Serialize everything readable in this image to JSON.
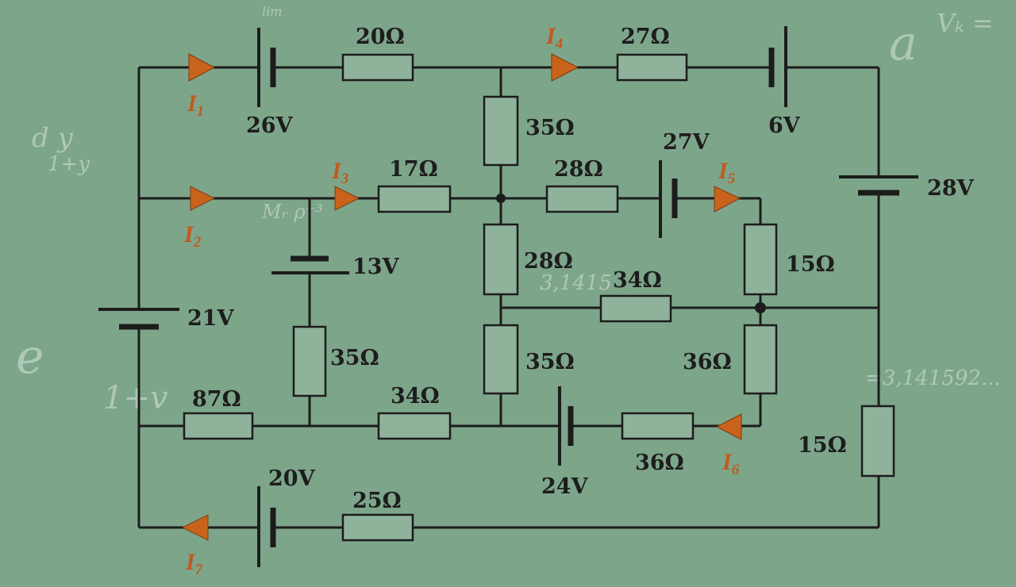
{
  "colors": {
    "board": "#7da58a",
    "wire": "#1c1c1c",
    "arrow": "#c9631c",
    "current_label": "#c15a1f"
  },
  "background_formulas": [
    "lim",
    "d y",
    "1+y",
    "Vₖ =",
    "Mᵣ ρ⁻³",
    "3,1415",
    "=3,141592...",
    "1+v",
    "a",
    "e"
  ],
  "resistors": {
    "r_top_left": "20Ω",
    "r_top_right": "27Ω",
    "r_mid_v_top": "35Ω",
    "r_mid_17": "17Ω",
    "r_mid_28h": "28Ω",
    "r_mid_v_28": "28Ω",
    "r_right_15": "15Ω",
    "r_center_34": "34Ω",
    "r_left_v_35": "35Ω",
    "r_mid_v_35": "35Ω",
    "r_right_36v": "36Ω",
    "r_bottom_87": "87Ω",
    "r_bottom_34": "34Ω",
    "r_bottom_36": "36Ω",
    "r_far_right_15": "15Ω",
    "r_bottom_25": "25Ω"
  },
  "sources": {
    "v26": "26V",
    "v6": "6V",
    "v27": "27V",
    "v28": "28V",
    "v13": "13V",
    "v21": "21V",
    "v24": "24V",
    "v20": "20V"
  },
  "currents": [
    {
      "letter": "I",
      "sub": "1"
    },
    {
      "letter": "I",
      "sub": "2"
    },
    {
      "letter": "I",
      "sub": "3"
    },
    {
      "letter": "I",
      "sub": "4"
    },
    {
      "letter": "I",
      "sub": "5"
    },
    {
      "letter": "I",
      "sub": "6"
    },
    {
      "letter": "I",
      "sub": "7"
    }
  ]
}
